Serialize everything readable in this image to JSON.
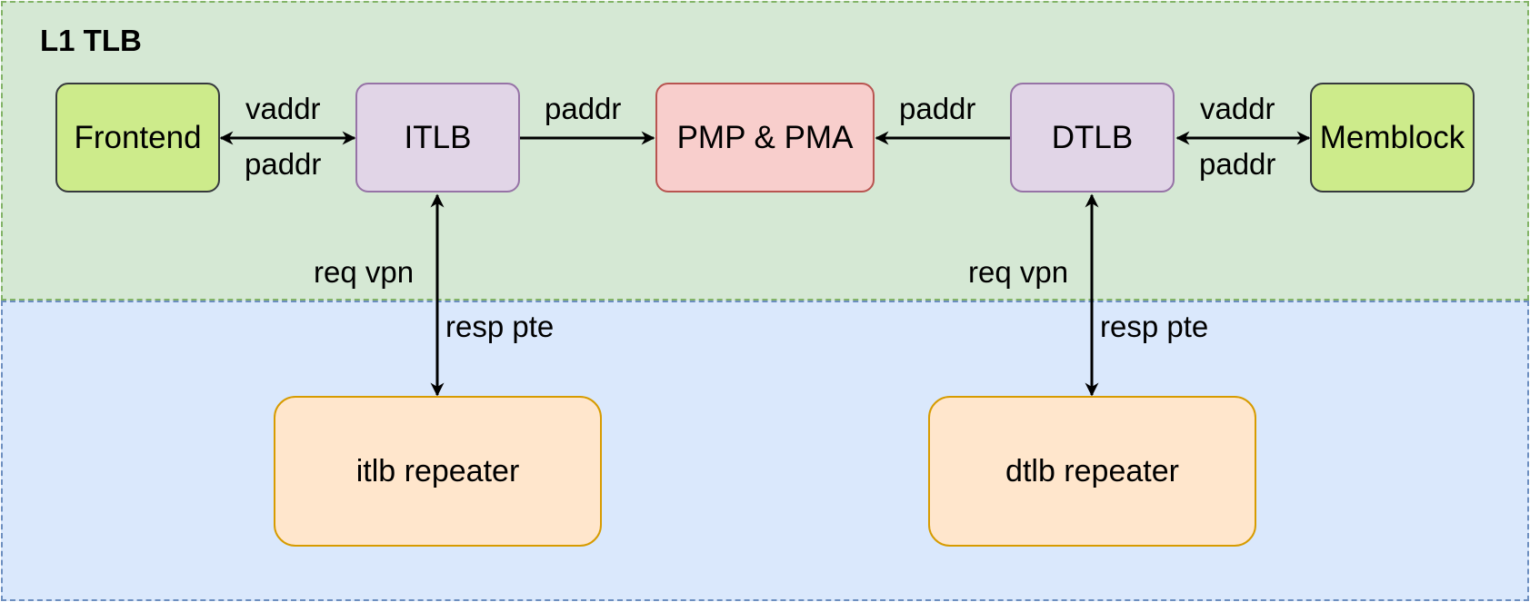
{
  "diagram": {
    "region_title": "L1 TLB",
    "nodes": {
      "frontend": "Frontend",
      "itlb": "ITLB",
      "pmp_pma": "PMP & PMA",
      "dtlb": "DTLB",
      "memblock": "Memblock",
      "itlb_repeater": "itlb repeater",
      "dtlb_repeater": "dtlb repeater"
    },
    "edge_labels": {
      "frontend_itlb_top": "vaddr",
      "frontend_itlb_bottom": "paddr",
      "itlb_pmp": "paddr",
      "dtlb_pmp": "paddr",
      "dtlb_memblock_top": "vaddr",
      "dtlb_memblock_bottom": "paddr",
      "itlb_repeater_req": "req vpn",
      "itlb_repeater_resp": "resp pte",
      "dtlb_repeater_req": "req vpn",
      "dtlb_repeater_resp": "resp pte"
    },
    "colors": {
      "l1_region_fill": "#d5e8d4",
      "l1_region_border": "#82b366",
      "lower_region_fill": "#dae8fc",
      "lower_region_border": "#6c8ebf",
      "green_node": "#cdeb8b",
      "purple_node": "#e1d5e7",
      "red_node": "#f8cecc",
      "orange_node": "#ffe6cc"
    }
  }
}
